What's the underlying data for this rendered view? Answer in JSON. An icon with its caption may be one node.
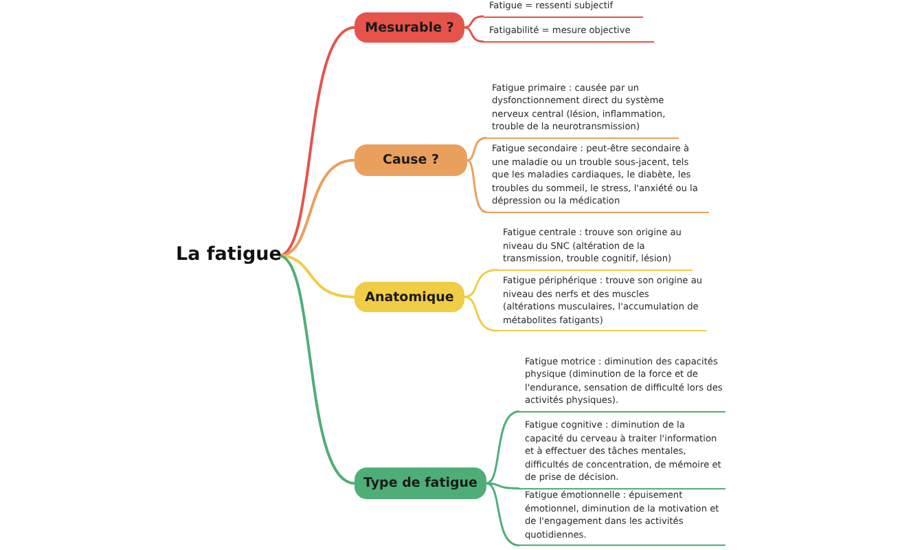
{
  "diagram": {
    "nodes": [
      {
        "text": [
          "La fatigue"
        ]
      },
      {
        "text": [
          "Mesurable ?"
        ]
      },
      {
        "text": [
          "Fatigue = ressenti subjectif"
        ]
      },
      {
        "text": [
          "Fatigabilité = mesure objective"
        ]
      },
      {
        "text": [
          "Cause ?"
        ]
      },
      {
        "text": [
          "Fatigue primaire : causée par un dysfonctionnement direct du système nerveux central (lésion, inflammation, trouble de la neurotransmission)"
        ]
      },
      {
        "text": [
          "Fatigue secondaire :  peut-être secondaire à une maladie ou un trouble sous-jacent, tels que les maladies cardiaques, le diabète, les troubles du sommeil, le stress, l'anxiété ou la dépression ou la médication"
        ]
      },
      {
        "text": [
          "Anatomique"
        ]
      },
      {
        "text": [
          "Fatigue centrale : trouve son origine au niveau du SNC (altération de la transmission, trouble cognitif, lésion)"
        ]
      },
      {
        "text": [
          "Fatigue périphérique : trouve son origine au niveau des nerfs et des muscles (altérations musculaires, l'accumulation de métabolites fatigants)"
        ]
      },
      {
        "text": [
          "Type de fatigue"
        ]
      },
      {
        "text": [
          "Fatigue motrice : diminution des capacités physique (diminution de la force et de l'endurance, sensation de difficulté lors des activités physiques)."
        ]
      },
      {
        "text": [
          "Fatigue cognitive : diminution de la capacité du cerveau à traiter l'information et à effectuer des tâches mentales, difficultés de concentration, de mémoire et de prise de décision."
        ]
      },
      {
        "text": [
          "Fatigue émotionnelle : épuisement émotionnel, diminution de la motivation et de l'engagement dans les activités quotidiennes."
        ]
      }
    ],
    "edges": [
      {
        "from": 0,
        "to": 1,
        "arrow": "none",
        "color": "#e5534b"
      },
      {
        "from": 0,
        "to": 4,
        "arrow": "none",
        "color": "#e9a05c"
      },
      {
        "from": 0,
        "to": 7,
        "arrow": "none",
        "color": "#efcd45"
      },
      {
        "from": 0,
        "to": 10,
        "arrow": "none",
        "color": "#4fae78"
      },
      {
        "from": 1,
        "to": 2,
        "arrow": "none",
        "color": "#e5534b"
      },
      {
        "from": 1,
        "to": 3,
        "arrow": "none",
        "color": "#e5534b"
      },
      {
        "from": 4,
        "to": 5,
        "arrow": "none",
        "color": "#e9a05c"
      },
      {
        "from": 4,
        "to": 6,
        "arrow": "none",
        "color": "#e9a05c"
      },
      {
        "from": 7,
        "to": 8,
        "arrow": "none",
        "color": "#efcd45"
      },
      {
        "from": 7,
        "to": 9,
        "arrow": "none",
        "color": "#efcd45"
      },
      {
        "from": 10,
        "to": 11,
        "arrow": "none",
        "color": "#4fae78"
      },
      {
        "from": 10,
        "to": 12,
        "arrow": "none",
        "color": "#4fae78"
      },
      {
        "from": 10,
        "to": 13,
        "arrow": "none",
        "color": "#4fae78"
      }
    ]
  }
}
